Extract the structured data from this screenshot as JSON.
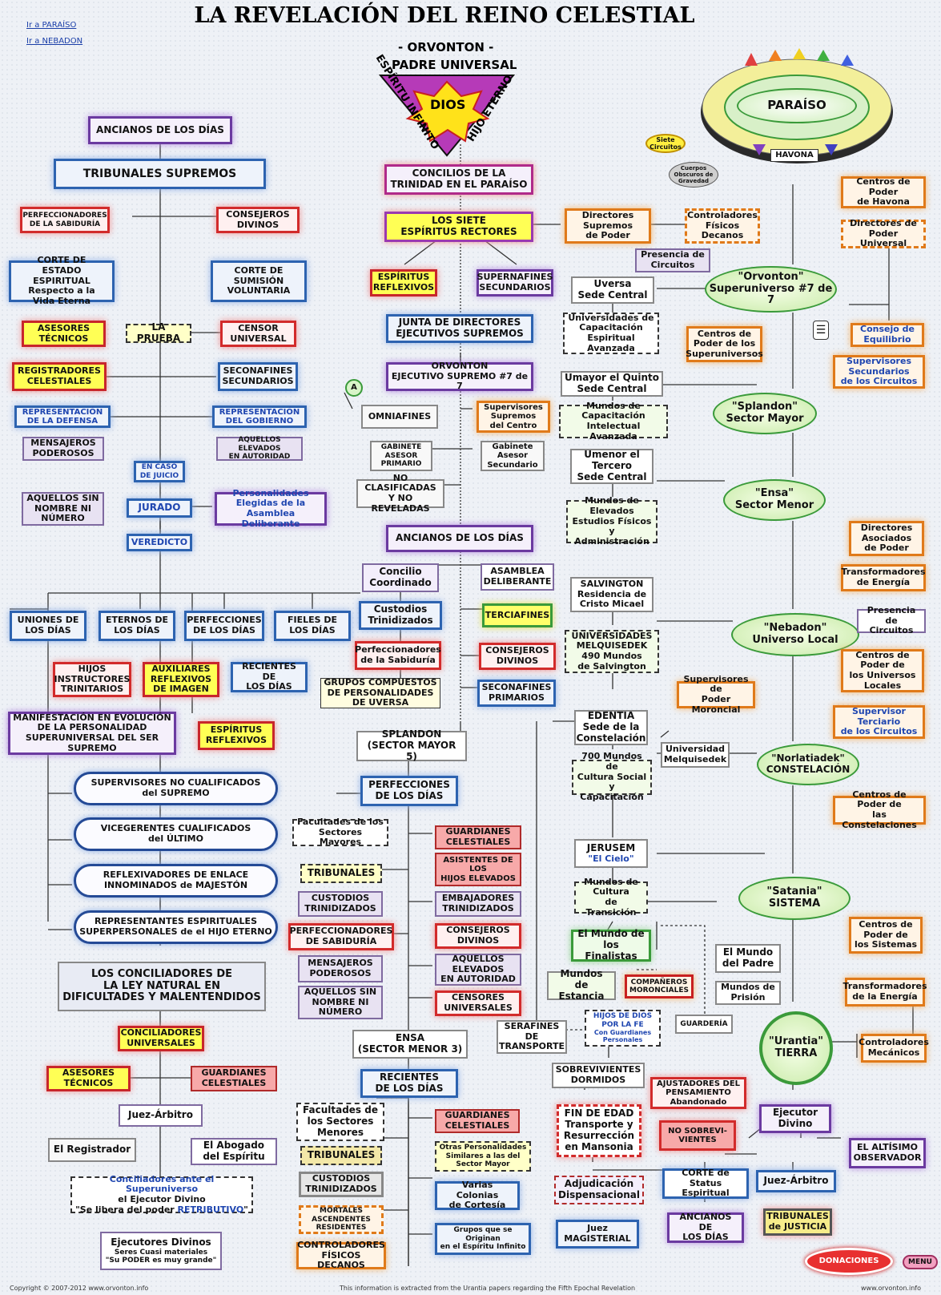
{
  "nav": {
    "paraiso": "Ir a PARAÍSO",
    "nebadon": "Ir a NEBADON"
  },
  "header": {
    "title": "LA REVELACIÓN DEL REINO CELESTIAL",
    "subtitle": "- ORVONTON -",
    "padre": "PADRE UNIVERSAL",
    "dios": "DIOS",
    "espiritu": "ESPÍRITU INFINITO",
    "hijo": "HIJO ETERNO"
  },
  "paradise": {
    "paraiso": "PARAÍSO",
    "havona": "HAVONA",
    "siete": "Siete Circuitos",
    "cuerpos": "Cuerpos Obscuros de Gravedad"
  },
  "left": {
    "ancianos": "ANCIANOS DE LOS DÍAS",
    "tribunales": "TRIBUNALES SUPREMOS",
    "perfeccionadores": "PERFECCIONADORES\nDE LA SABIDURÍA",
    "consejeros": "CONSEJEROS\nDIVINOS",
    "corte_estado": "CORTE DE\nESTADO ESPIRITUAL\nRespecto a la\nVida Eterna",
    "corte_sumision": "CORTE DE\nSUMISIÓN\nVOLUNTARIA",
    "asesores": "ASESORES\nTÉCNICOS",
    "prueba": "LA PRUEBA",
    "censor": "CENSOR\nUNIVERSAL",
    "registradores": "REGISTRADORES\nCELESTIALES",
    "seconafines": "SECONAFINES\nSECUNDARIOS",
    "rep_defensa": "REPRESENTACIÓN\nDE LA DEFENSA",
    "rep_gobierno": "REPRESENTACIÓN\nDEL GOBIERNO",
    "mensajeros": "MENSAJEROS\nPODEROSOS",
    "aquellos_elevados": "AQUELLOS ELEVADOS\nEN AUTORIDAD",
    "en_caso": "EN CASO\nDE JUICIO",
    "aquellos_sin": "AQUELLOS SIN\nNOMBRE NI\nNÚMERO",
    "jurado": "JURADO",
    "personalidades": "Personalidades\nElegidas de la\nAsamblea Deliberante",
    "veredicto": "VEREDICTO",
    "uniones": "UNIONES DE\nLOS DÍAS",
    "eternos": "ETERNOS DE\nLOS DÍAS",
    "perfecciones": "PERFECCIONES\nDE LOS DÍAS",
    "fieles": "FIELES DE\nLOS DÍAS",
    "hijos_instr": "HIJOS\nINSTRUCTORES\nTRINITARIOS",
    "auxiliares": "AUXILIARES\nREFLEXIVOS\nDE IMAGEN",
    "recientes": "RECIENTES DE\nLOS DÍAS",
    "manifestacion": "MANIFESTACIÓN EN EVOLUCIÓN\nDE LA PERSONALIDAD\nSUPERUNIVERSAL DEL SER\nSUPREMO",
    "espiritus_refl": "ESPÍRITUS\nREFLEXIVOS",
    "pill1": "SUPERVISORES NO CUALIFICADOS\ndel SUPREMO",
    "pill2": "VICEGERENTES CUALIFICADOS\ndel ÚLTIMO",
    "pill3": "REFLEXIVADORES DE ENLACE\nINNOMINADOS de MAJESTÓN",
    "pill4": "REPRESENTANTES ESPIRITUALES\nSUPERPERSONALES de el HIJO ETERNO",
    "conciliadores": "LOS CONCILIADORES DE\nLA LEY  NATURAL EN\nDIFICULTADES Y MALENTENDIDOS",
    "conc_univ": "CONCILIADORES\nUNIVERSALES",
    "asesores2": "ASESORES\nTÉCNICOS",
    "guardianes": "GUARDIANES\nCELESTIALES",
    "juez": "Juez-Árbitro",
    "registrador": "El Registrador",
    "abogado": "El Abogado\ndel Espíritu",
    "conc_ante_1": "Conciliadores ante el Superuniverso",
    "conc_ante_2": "el Ejecutor Divino",
    "conc_ante_3": "\"Se libera del poder ",
    "conc_ante_4": "RETRIBUTIVO",
    "conc_ante_5": "\"",
    "ejecutores_1": "Ejecutores Divinos",
    "ejecutores_2": "Seres Cuasi materiales\n\"Su PODER es muy grande\""
  },
  "center": {
    "concilios": "CONCILIOS DE LA\nTRINIDAD EN EL PARAÍSO",
    "siete_esp": "LOS SIETE\nESPÍRITUS RECTORES",
    "esp_refl": "ESPÍRITUS\nREFLEXIVOS",
    "supernafines": "SUPERNAFINES\nSECUNDARIOS",
    "junta": "JUNTA DE DIRECTORES\nEJECUTIVOS SUPREMOS",
    "orvonton_ej": "ORVONTON\nEJECUTIVO SUPREMO #7 de 7",
    "a_mark": "A",
    "omniafines": "OMNIAFINES",
    "sup_supremos": "Supervisores\nSupremos\ndel Centro",
    "gab_primario": "GABINETE\nASESOR\nPRIMARIO",
    "gab_secundario": "Gabinete\nAsesor\nSecundario",
    "no_clasif": "NO CLASIFICADAS\nY NO REVELADAS",
    "ancianos2": "ANCIANOS DE LOS DÍAS",
    "concilio_coord": "Concilio\nCoordinado",
    "asamblea": "ASAMBLEA\nDELIBERANTE",
    "custodios": "Custodios\nTrinidizados",
    "terciafines": "TERCIAFINES",
    "perf_sab": "Perfeccionadores\nde la Sabiduría",
    "consejeros2": "CONSEJEROS\nDIVINOS",
    "grupos": "GRUPOS COMPUESTOS\nDE PERSONALIDADES\nDE UVERSA",
    "seconafines_p": "SECONAFINES\nPRIMARIOS",
    "splandon_sec": "SPLANDON\n(SECTOR MAYOR 5)",
    "perfecciones2": "PERFECCIONES\nDE LOS DÍAS",
    "facultades": "Facultades de los\nSectores Mayores",
    "guardianes2": "GUARDIANES\nCELESTIALES",
    "tribunales2": "TRIBUNALES",
    "asistentes": "ASISTENTES DE\nLOS\nHIJOS ELEVADOS",
    "custodios2": "CUSTODIOS\nTRINIDIZADOS",
    "embajadores": "EMBAJADORES\nTRINIDIZADOS",
    "perfeccionadores3": "PERFECCIONADORES\nDE SABIDURÍA",
    "consejeros3": "CONSEJEROS\nDIVINOS",
    "mensajeros2": "MENSAJEROS\nPODEROSOS",
    "aquellos_elev2": "AQUELLOS\nELEVADOS\nEN AUTORIDAD",
    "aquellos_sin2": "AQUELLOS SIN\nNOMBRE NI\nNÚMERO",
    "censores": "CENSORES\nUNIVERSALES",
    "ensa_sec": "ENSA\n(SECTOR MENOR 3)",
    "recientes2": "RECIENTES\nDE LOS DÍAS",
    "facultades2": "Facultades de\nlos Sectores\nMenores",
    "guardianes3": "GUARDIANES\nCELESTIALES",
    "tribunales3": "TRIBUNALES",
    "otras": "Otras Personalidades\nSimilares a las del\nSector Mayor",
    "custodios3": "CUSTODIOS\nTRINIDIZADOS",
    "mortales": "MORTALES\nASCENDENTES\nRESIDENTES",
    "varias": "Varias Colonias\nde Cortesía",
    "controladores": "CONTROLADORES\nFÍSICOS DECANOS",
    "grupos_orig": "Grupos que se\nOriginan\nen el Espíritu Infinito"
  },
  "right": {
    "directores": "Directores\nSupremos\nde Poder",
    "controladores_f": "Controladores\nFísicos\nDecanos",
    "presencia": "Presencia de\nCircuitos",
    "centros_havona": "Centros de Poder\nde Havona",
    "directores_univ": "Directores de\nPoder Universal",
    "uversa": "Uversa\nSede Central",
    "universidades": "Universidades de\nCapacitación\nEspiritual\nAvanzada",
    "orvonton_ell": "\"Orvonton\"\nSuperuniverso #7 de 7",
    "centros_super": "Centros de\nPoder de los\nSuperuniversos",
    "consejo": "Consejo de\nEquilibrio",
    "supervisores_sec": "Supervisores\nSecundarios\nde los Circuitos",
    "umayor": "Umayor el Quinto\nSede Central",
    "mundos_cap": "Mundos de\nCapacitación\nIntelectual Avanzada",
    "splandon_ell": "\"Splandon\"\nSector Mayor",
    "umenor": "Umenor el\nTercero\nSede Central",
    "mundos_elev": "Mundos de\nElevados\nEstudios Físicos\ny Administración",
    "ensa_ell": "\"Ensa\"\nSector Menor",
    "directores_asoc": "Directores\nAsociados\nde Poder",
    "transformadores": "Transformadores\nde Energía",
    "salvington": "SALVINGTON\nResidencia de\nCristo Micael",
    "nebadon_ell": "\"Nebadon\"\nUniverso Local",
    "presencia2": "Presencia de\nCircuitos",
    "universidades_m": "UNIVERSIDADES\nMELQUISEDEK\n490 Mundos\nde Salvington",
    "supervisores_mor": "Supervisores de\nPoder Moroncial",
    "centros_locales": "Centros de\nPoder de\nlos Universos\nLocales",
    "supervisor_ter": "Supervisor\nTerciario\nde los Circuitos",
    "edentia": "EDENTIA\nSede de la\nConstelación",
    "univ_melq": "Universidad\nMelquisedek",
    "norlatiadek": "\"Norlatiadek\"\nCONSTELACIÓN",
    "mundos_700": "700 Mundos de\nCultura Social\ny Capacitación",
    "centros_const": "Centros de Poder de\nlas Constelaciones",
    "jerusem": "JERUSEM",
    "el_cielo": "\"El Cielo\"",
    "satania": "\"Satania\"\nSISTEMA",
    "mundos_trans": "Mundos de\nCultura\nde Transición",
    "centros_sist": "Centros de\nPoder de\nlos Sistemas",
    "finalistas": "El Mundo de\nlos Finalistas",
    "mundo_padre": "El Mundo\ndel Padre",
    "mundos_est": "Mundos\nde Estancia",
    "companeros": "COMPAÑEROS\nMORONCIALES",
    "mundos_prision": "Mundos de\nPrisión",
    "transformadores2": "Transformadores\nde la Energía",
    "hijos_dios_1": "HIJOS DE DIOS\nPOR LA FE",
    "hijos_dios_2": "Con Guardianes\nPersonales",
    "serafines": "SERAFINES\nDE\nTRANSPORTE",
    "guarderia": "GUARDERÍA",
    "urantia": "\"Urantia\"\nTIERRA",
    "controladores_m": "Controladores\nMecánicos",
    "sobrevivientes": "SOBREVIVIENTES\nDORMIDOS",
    "ajustadores": "AJUSTADORES DEL\nPENSAMIENTO\nAbandonado",
    "fin_edad": "FIN DE EDAD\nTransporte y\nResurrección\nen Mansonia",
    "no_sobrev": "NO SOBREVI-\nVIENTES",
    "ejecutor": "Ejecutor\nDivino",
    "altisimo": "EL ALTÍSIMO\nOBSERVADOR",
    "adjudicacion": "Adjudicación\nDispensacional",
    "corte_status": "CORTE de\nStatus Espiritual",
    "juez_arbitro": "Juez-Árbitro",
    "juez_mag": "Juez\nMAGISTERIAL",
    "ancianos3": "ANCIANOS DE\nLOS DÍAS",
    "tribunales_j": "TRIBUNALES\nde JUSTICIA"
  },
  "footer": {
    "copyright": "Copyright © 2007-2012   www.orvonton.info",
    "info": "This information is extracted from the Urantia papers regarding the Fifth Epochal Revelation",
    "site": "www.orvonton.info",
    "donaciones": "DONACIONES",
    "menu": "MENU"
  }
}
